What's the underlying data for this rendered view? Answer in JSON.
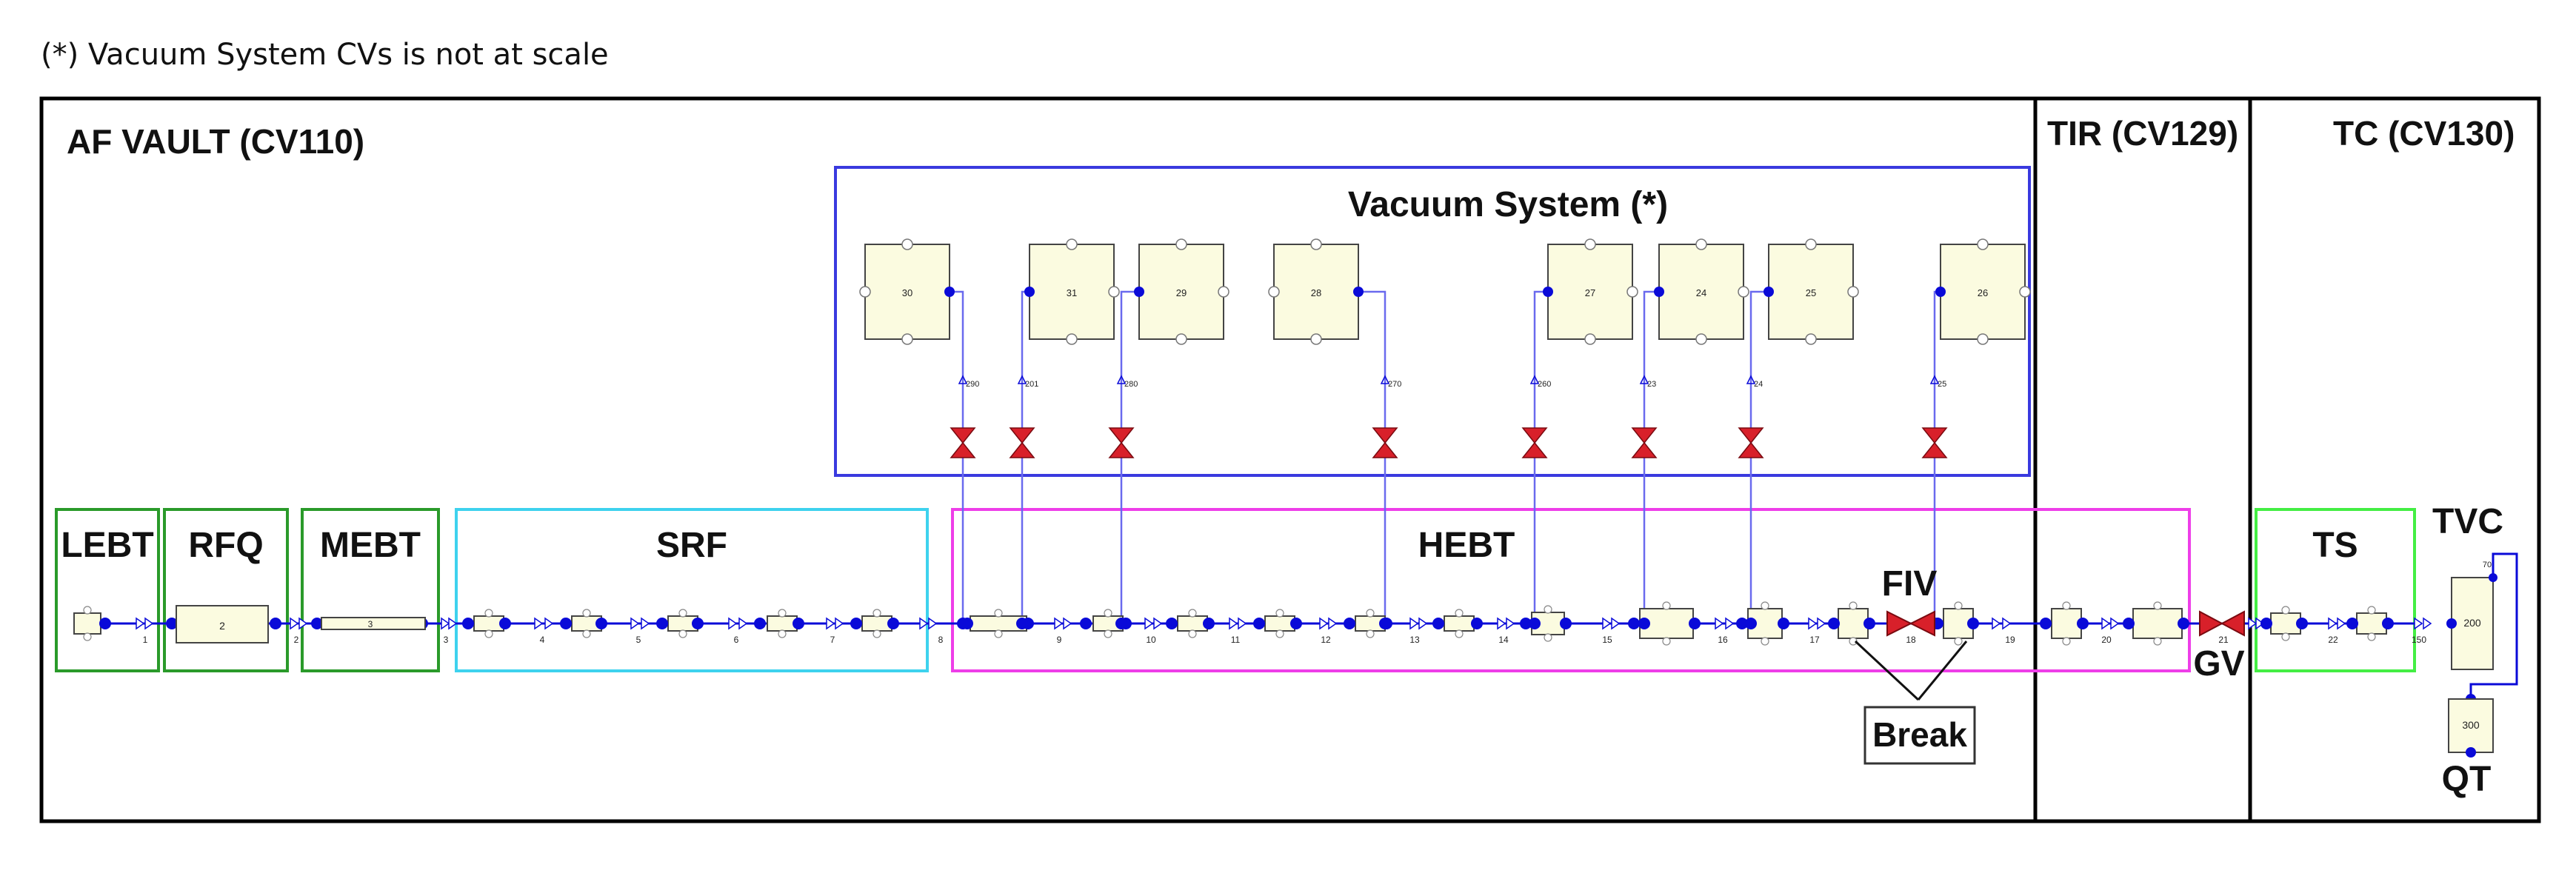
{
  "note": "(*) Vacuum System CVs is not at scale",
  "zones": {
    "af_vault": "AF VAULT (CV110)",
    "tir": "TIR (CV129)",
    "tc": "TC (CV130)"
  },
  "vacuum_system": {
    "title": "Vacuum System (*)",
    "tanks": [
      "30",
      "31",
      "29",
      "28",
      "27",
      "24",
      "25",
      "26"
    ],
    "junction_labels": [
      "290",
      "201",
      "280",
      "270",
      "260",
      "23",
      "24",
      "25"
    ]
  },
  "sections": {
    "lebt": "LEBT",
    "rfq": "RFQ",
    "mebt": "MEBT",
    "srf": "SRF",
    "hebt": "HEBT",
    "ts": "TS",
    "tvc": "TVC",
    "qt": "QT"
  },
  "components": {
    "rfq_box": "2",
    "mebt_box": "3",
    "tvc_box": "200",
    "qt_box": "300",
    "tvc_top": "70"
  },
  "valves": {
    "fiv": "FIV",
    "gv": "GV"
  },
  "callout": {
    "break": "Break"
  },
  "junction_numbers": [
    "1",
    "2",
    "3",
    "4",
    "5",
    "6",
    "7",
    "8",
    "9",
    "10",
    "11",
    "12",
    "13",
    "14",
    "15",
    "16",
    "17",
    "18",
    "19",
    "20",
    "21",
    "22",
    "150"
  ],
  "colors": {
    "frame": "#000000",
    "vacuum_border": "#3a3adf",
    "hebt_border": "#ee3ee8",
    "srf_border": "#3ed2ee",
    "green_border": "#2a9a2a",
    "ts_border": "#44ee44",
    "node": "#0a0ad8",
    "flow_line": "#6a6aee",
    "valve_red": "#d8202a",
    "box_fill": "#fbfbe0"
  }
}
